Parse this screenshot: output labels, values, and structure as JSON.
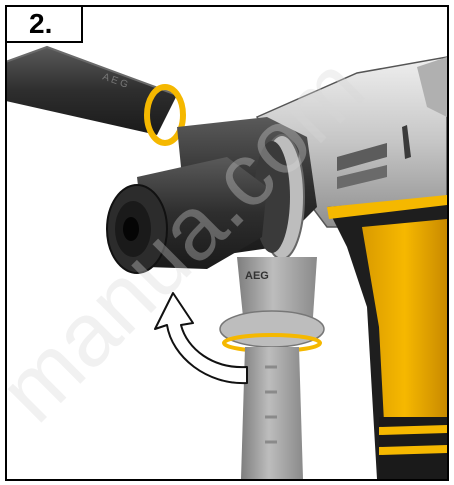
{
  "step": {
    "label": "2."
  },
  "tool": {
    "brand_mark": "AEG"
  },
  "watermark": {
    "text": "manua.com"
  },
  "colors": {
    "accent_yellow": "#f5b800",
    "body_dark": "#2b2b2b",
    "body_silver": "#c9c9c9",
    "handle_grey": "#a9a9a9"
  }
}
